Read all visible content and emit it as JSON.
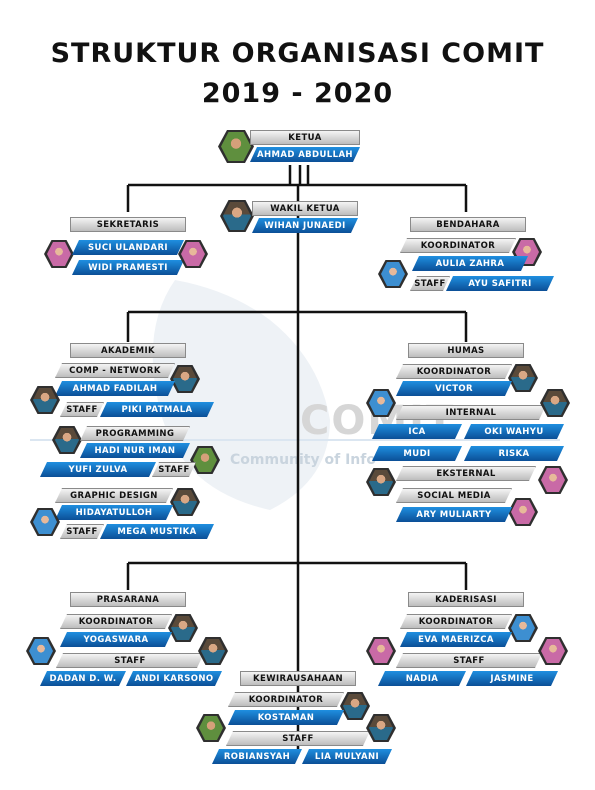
{
  "title": {
    "line1": "STRUKTUR ORGANISASI COMIT",
    "line2": "2019 - 2020"
  },
  "watermark": {
    "text": "COMIT",
    "subtitle": "Community of Info"
  },
  "colors": {
    "accent": "#1679cc",
    "line": "#111111"
  },
  "ketua": {
    "role": "KETUA",
    "name": "AHMAD ABDULLAH"
  },
  "wakil": {
    "role": "WAKIL KETUA",
    "name": "WIHAN JUNAEDI"
  },
  "sekretaris": {
    "role": "SEKRETARIS",
    "members": [
      "SUCI ULANDARI",
      "WIDI PRAMESTI"
    ]
  },
  "bendahara": {
    "role": "BENDAHARA",
    "koordinator_label": "KOORDINATOR",
    "koordinator": "AULIA ZAHRA",
    "staff_label": "STAFF",
    "staff": "AYU SAFITRI"
  },
  "akademik": {
    "role": "AKADEMIK",
    "network": {
      "label": "COMP - NETWORK",
      "koordinator": "AHMAD FADILAH",
      "staff_label": "STAFF",
      "staff": "PIKI PATMALA"
    },
    "programming": {
      "label": "PROGRAMMING",
      "koordinator": "HADI NUR IMAN",
      "staff_label": "STAFF",
      "staff": "YUFI ZULVA"
    },
    "design": {
      "label": "GRAPHIC DESIGN",
      "koordinator": "HIDAYATULLOH",
      "staff_label": "STAFF",
      "staff": "MEGA MUSTIKA"
    }
  },
  "humas": {
    "role": "HUMAS",
    "koordinator_label": "KOORDINATOR",
    "koordinator": "VICTOR",
    "internal_label": "INTERNAL",
    "internal": [
      "ICA",
      "OKI WAHYU",
      "MUDI",
      "RISKA"
    ],
    "eksternal_label": "EKSTERNAL",
    "social_label": "SOCIAL MEDIA",
    "social": "ARY MULIARTY"
  },
  "prasarana": {
    "role": "PRASARANA",
    "koordinator_label": "KOORDINATOR",
    "koordinator": "YOGASWARA",
    "staff_label": "STAFF",
    "staff": [
      "DADAN D. W.",
      "ANDI KARSONO"
    ]
  },
  "kaderisasi": {
    "role": "KADERISASI",
    "koordinator_label": "KOORDINATOR",
    "koordinator": "EVA MAERIZCA",
    "staff_label": "STAFF",
    "staff": [
      "NADIA",
      "JASMINE"
    ]
  },
  "kewirausahaan": {
    "role": "KEWIRAUSAHAAN",
    "koordinator_label": "KOORDINATOR",
    "koordinator": "KOSTAMAN",
    "staff_label": "STAFF",
    "staff": [
      "ROBIANSYAH",
      "LIA MULYANI"
    ]
  }
}
